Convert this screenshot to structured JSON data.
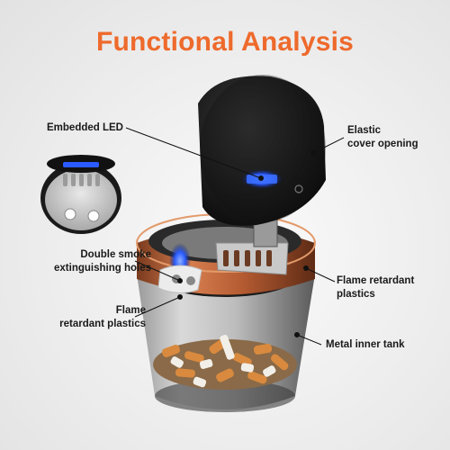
{
  "title": "Functional Analysis",
  "callouts": {
    "embedded_led": "Embedded LED",
    "elastic_cover_line1": "Elastic",
    "elastic_cover_line2": "cover opening",
    "double_smoke_line1": "Double smoke",
    "double_smoke_line2": "extinguishing holes",
    "flame_left_line1": "Flame",
    "flame_left_line2": "retardant plastics",
    "flame_right_line1": "Flame retardant",
    "flame_right_line2": "plastics",
    "metal_tank": "Metal inner tank"
  },
  "colors": {
    "title": "#ee6a2c",
    "rim": "#c8693e",
    "led": "#2a5bff",
    "lid": "#1b1b1b"
  }
}
